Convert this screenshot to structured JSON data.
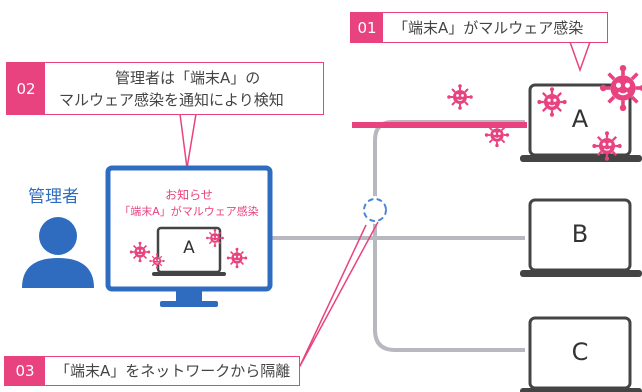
{
  "colors": {
    "accent": "#e8437f",
    "line": "#b8b8c0",
    "screen_frame": "#2f6cc0",
    "admin_blue": "#2f6cc0",
    "device_dark": "#444444"
  },
  "step1": {
    "number": "01",
    "text": "「端末A」がマルウェア感染"
  },
  "step2": {
    "number": "02",
    "line1": "管理者は「端末A」の",
    "line2": "マルウェア感染を通知により検知"
  },
  "step3": {
    "number": "03",
    "text": "「端末A」をネットワークから隔離"
  },
  "admin": {
    "label": "管理者",
    "icon": "person-icon"
  },
  "monitor": {
    "notice_title": "お知らせ",
    "notice_text": "「端末A」がマルウェア感染",
    "terminal_label": "A"
  },
  "terminals": [
    {
      "label": "A"
    },
    {
      "label": "B"
    },
    {
      "label": "C"
    }
  ],
  "icons": {
    "malware": "virus-icon",
    "network_switch": "switch-icon"
  }
}
